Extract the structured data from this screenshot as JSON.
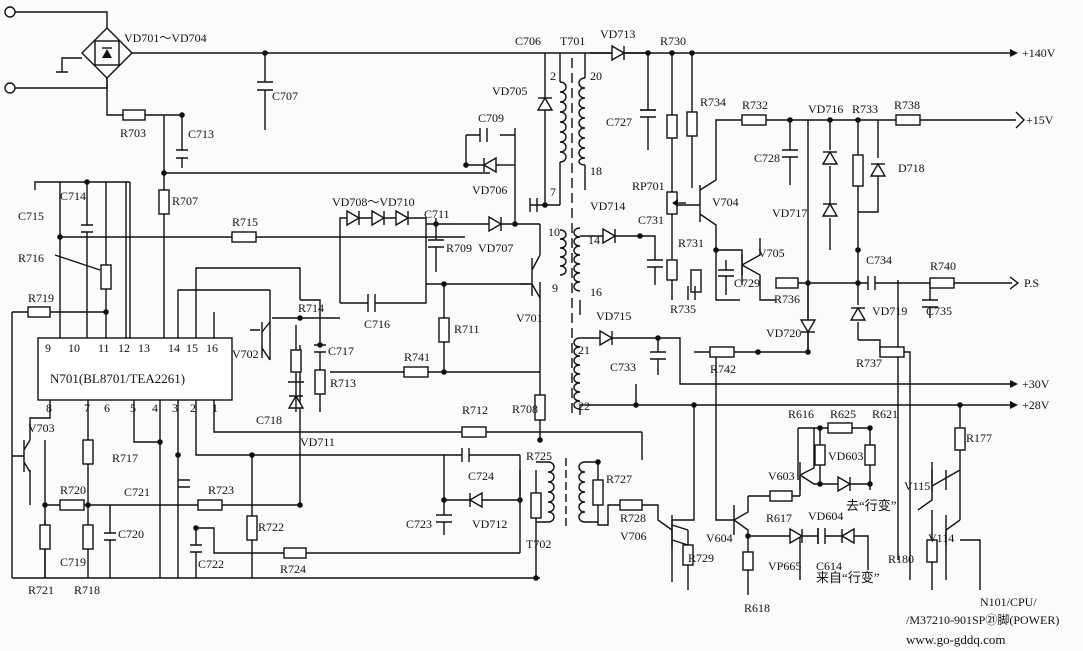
{
  "ic": {
    "name": "N701(BL8701/TEA2261)",
    "pins_top": [
      "9",
      "10",
      "11",
      "12",
      "13",
      "14",
      "15",
      "16"
    ],
    "pins_bottom": [
      "8",
      "7",
      "6",
      "5",
      "4",
      "3",
      "2",
      "1"
    ]
  },
  "outputs": {
    "v140": "+140V",
    "v15": "+15V",
    "ps": "P.S",
    "v30": "+30V",
    "v28": "+28V"
  },
  "components": {
    "bridge": "VD701～VD704",
    "C707": "C707",
    "R703": "R703",
    "C713": "C713",
    "R707": "R707",
    "C714": "C714",
    "C715": "C715",
    "R715": "R715",
    "R716": "R716",
    "R719": "R719",
    "VD708_710": "VD708～VD710",
    "C711": "C711",
    "R709": "R709",
    "VD707": "VD707",
    "C716": "C716",
    "R714": "R714",
    "V702": "V702",
    "C717": "C717",
    "R713": "R713",
    "C718": "C718",
    "VD711": "VD711",
    "R711": "R711",
    "R741": "R741",
    "V701": "V701",
    "R708": "R708",
    "R712": "R712",
    "C706": "C706",
    "VD705": "VD705",
    "C709": "C709",
    "VD706": "VD706",
    "T701": "T701",
    "VD713": "VD713",
    "C727": "C727",
    "R730": "R730",
    "R734": "R734",
    "RP701": "RP701",
    "R731": "R731",
    "VD714": "VD714",
    "C731": "C731",
    "V704": "V704",
    "R732": "R732",
    "VD716": "VD716",
    "R733": "R733",
    "R738": "R738",
    "C728": "C728",
    "D718": "D718",
    "VD717": "VD717",
    "V705": "V705",
    "C729": "C729",
    "R735": "R735",
    "R736": "R736",
    "C734": "C734",
    "R740": "R740",
    "VD719": "VD719",
    "C735": "C735",
    "VD720": "VD720",
    "VD715": "VD715",
    "C733": "C733",
    "R742": "R742",
    "R737": "R737",
    "V703": "V703",
    "R717": "R717",
    "R720": "R720",
    "C721": "C721",
    "R723": "R723",
    "R722": "R722",
    "C720": "C720",
    "C719": "C719",
    "R721": "R721",
    "R718": "R718",
    "C722": "C722",
    "R724": "R724",
    "C724": "C724",
    "C723": "C723",
    "VD712": "VD712",
    "R725": "R725",
    "T702": "T702",
    "R727": "R727",
    "R728": "R728",
    "V706": "V706",
    "R729": "R729",
    "V604": "V604",
    "R616": "R616",
    "R625": "R625",
    "R621": "R621",
    "V603": "V603",
    "VD603": "VD603",
    "R617": "R617",
    "VD604": "VD604",
    "VP665": "VP665",
    "C614": "C614",
    "R618": "R618",
    "R177": "R177",
    "V115": "V115",
    "V114": "V114",
    "R180": "R180"
  },
  "pins": {
    "p2": "2",
    "p7": "7",
    "p20": "20",
    "p18": "18",
    "p10": "10",
    "p9": "9",
    "p14": "14",
    "p16": "16",
    "p21": "21",
    "p22": "22"
  },
  "notes": {
    "to_hout": "去“行变”",
    "from_hout": "来自“行变”",
    "cpu_line1": "N101/CPU/",
    "cpu_line2": "/M37210-901SP㉑脚(POWER)",
    "website": "www.go-gddq.com"
  }
}
